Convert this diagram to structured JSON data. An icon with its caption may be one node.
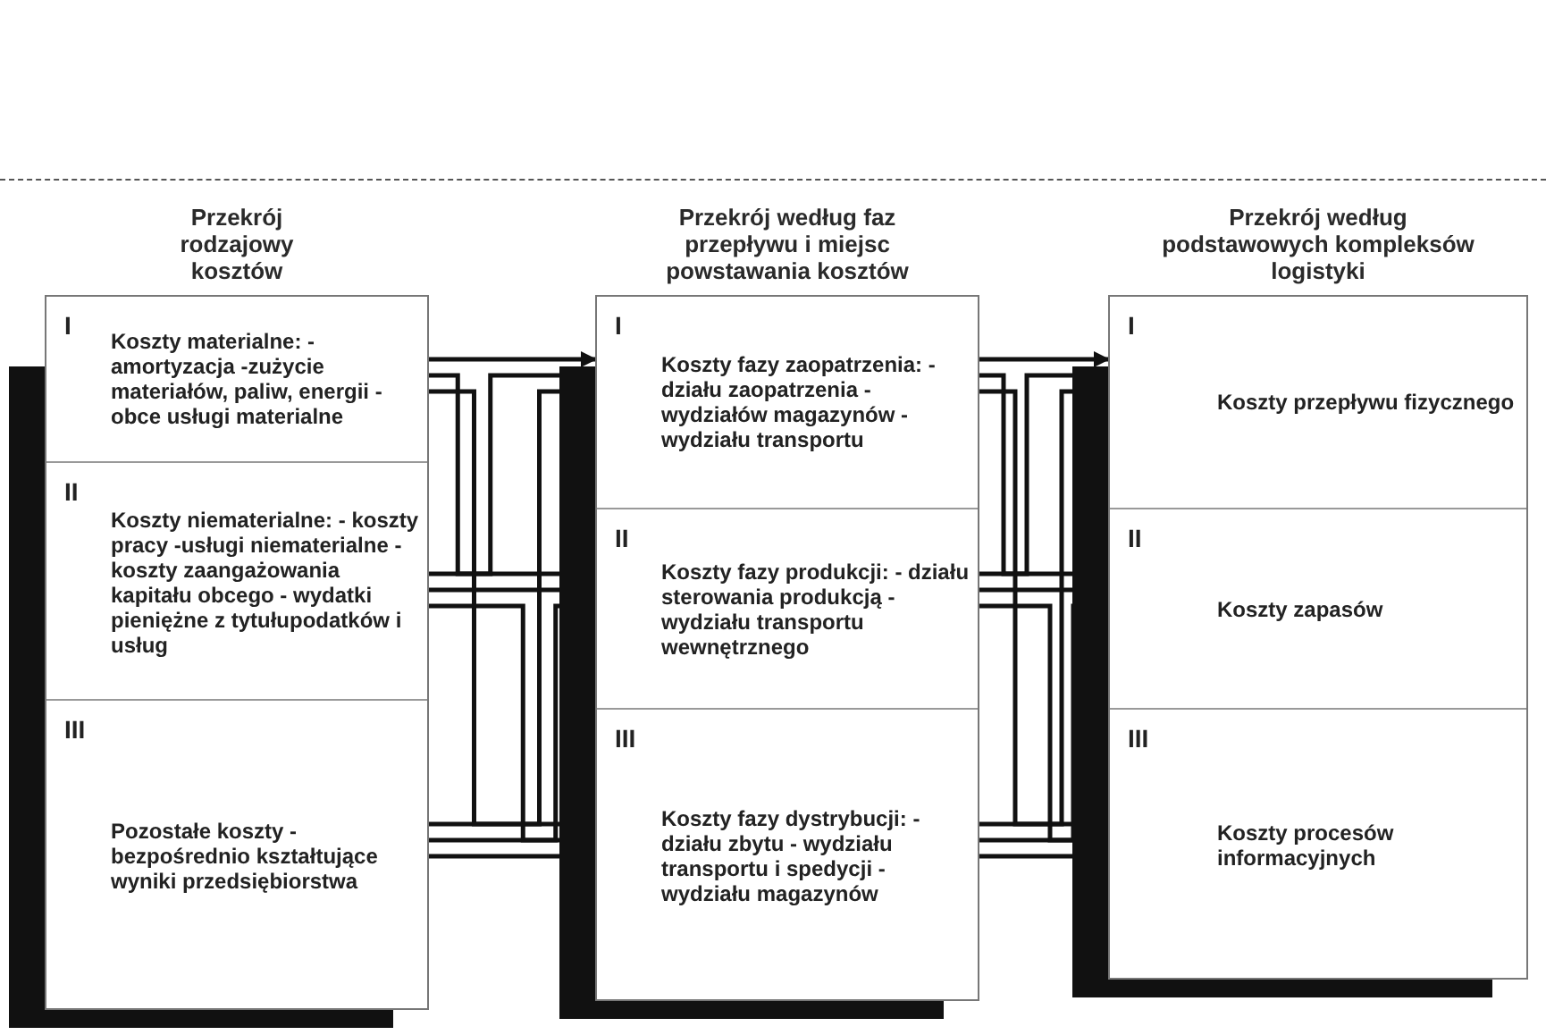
{
  "diagram": {
    "nodes": [
      {
        "text": [
          "Przekrój rodzajowy kosztów"
        ]
      },
      {
        "text": [
          "I",
          "Koszty materialne: -amortyzacja -zużycie materiałów, paliw, energii - obce usługi materialne"
        ],
        "in": 0
      },
      {
        "text": [
          "II",
          "Koszty niematerialne: - koszty pracy -usługi niematerialne - koszty zaangażowania kapitału obcego - wydatki pieniężne z tytułupodatków i usług"
        ],
        "in": 0
      },
      {
        "text": [
          "III",
          "Pozostałe koszty - bezpośrednio kształtujące wyniki przedsiębiorstwa"
        ],
        "in": 0
      },
      {
        "text": [
          "Przekrój według faz przepływu i miejsc powstawania kosztów"
        ]
      },
      {
        "text": [
          "I",
          "Koszty fazy zaopatrzenia: - działu zaopatrzenia - wydziałów magazynów - wydziału transportu"
        ],
        "in": 4
      },
      {
        "text": [
          "II",
          "Koszty fazy produkcji: - działu sterowania produkcją - wydziału transportu wewnętrznego"
        ],
        "in": 4
      },
      {
        "text": [
          "III",
          "Koszty fazy dystrybucji: - działu zbytu - wydziału transportu i spedycji - wydziału magazynów"
        ],
        "in": 4
      },
      {
        "text": [
          "Przekrój według podstawowych kompleksów logistyki"
        ]
      },
      {
        "text": [
          "I",
          "Koszty przepływu fizycznego"
        ],
        "in": 8
      },
      {
        "text": [
          "II",
          "Koszty zapasów"
        ],
        "in": 8
      },
      {
        "text": [
          "III",
          "Koszty procesów informacyjnych"
        ],
        "in": 8
      }
    ],
    "edges": [
      {
        "from": 1,
        "to": 5,
        "arrow": "to"
      },
      {
        "from": 1,
        "to": 6,
        "arrow": "to"
      },
      {
        "from": 1,
        "to": 7,
        "arrow": "to"
      },
      {
        "from": 2,
        "to": 5,
        "arrow": "to"
      },
      {
        "from": 2,
        "to": 6,
        "arrow": "to"
      },
      {
        "from": 2,
        "to": 7,
        "arrow": "to"
      },
      {
        "from": 3,
        "to": 5,
        "arrow": "to"
      },
      {
        "from": 3,
        "to": 6,
        "arrow": "to"
      },
      {
        "from": 3,
        "to": 7,
        "arrow": "to"
      },
      {
        "from": 5,
        "to": 9,
        "arrow": "to"
      },
      {
        "from": 5,
        "to": 10,
        "arrow": "to"
      },
      {
        "from": 5,
        "to": 11,
        "arrow": "to"
      },
      {
        "from": 6,
        "to": 9,
        "arrow": "to"
      },
      {
        "from": 6,
        "to": 10,
        "arrow": "to"
      },
      {
        "from": 6,
        "to": 11,
        "arrow": "to"
      },
      {
        "from": 7,
        "to": 9,
        "arrow": "to"
      },
      {
        "from": 7,
        "to": 10,
        "arrow": "to"
      },
      {
        "from": 7,
        "to": 11,
        "arrow": "to"
      }
    ]
  }
}
